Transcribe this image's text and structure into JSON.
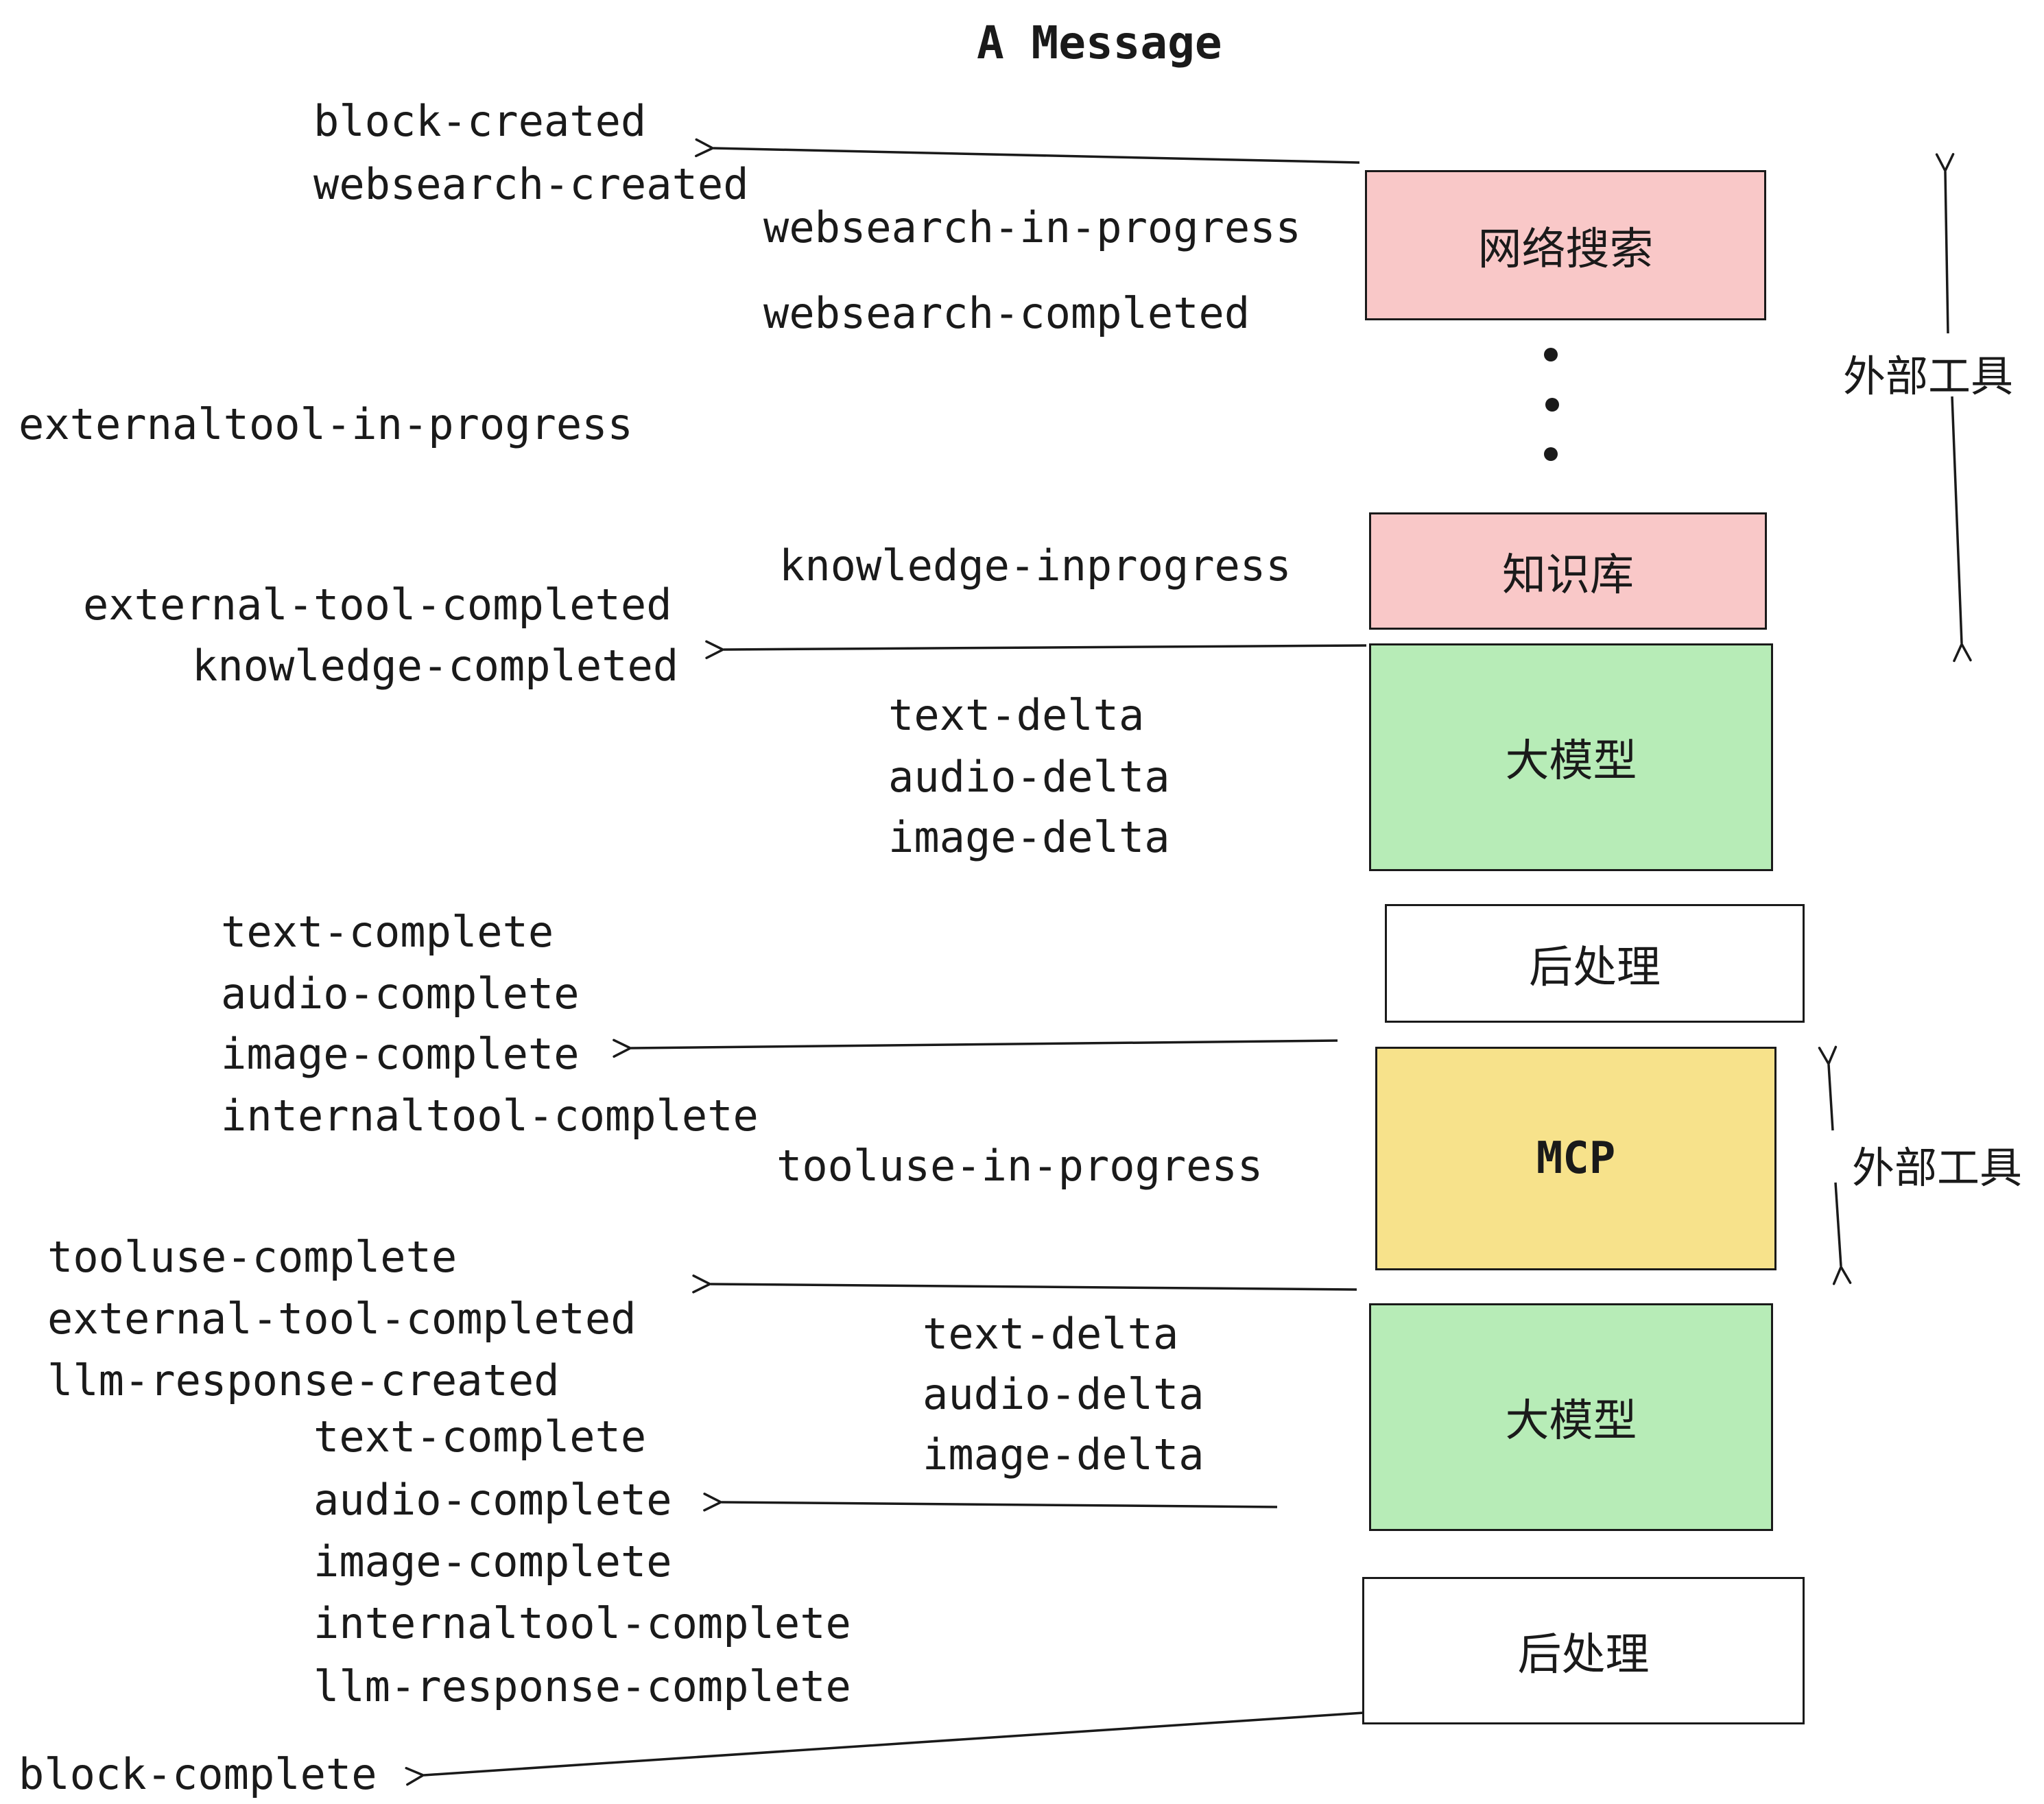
{
  "title": "A Message",
  "events": {
    "block_created": "block-created",
    "websearch_created": "websearch-created",
    "websearch_in_progress": "websearch-in-progress",
    "websearch_completed": "websearch-completed",
    "externaltool_in_progress": "externaltool-in-progress",
    "knowledge_inprogress": "knowledge-inprogress",
    "external_tool_completed": "external-tool-completed",
    "knowledge_completed": "knowledge-completed",
    "text_delta": "text-delta",
    "audio_delta": "audio-delta",
    "image_delta": "image-delta",
    "text_complete": "text-complete",
    "audio_complete": "audio-complete",
    "image_complete": "image-complete",
    "internaltool_complete": "internaltool-complete",
    "tooluse_in_progress": "tooluse-in-progress",
    "tooluse_complete": "tooluse-complete",
    "llm_response_created": "llm-response-created",
    "llm_response_complete": "llm-response-complete",
    "block_complete": "block-complete"
  },
  "nodes": {
    "websearch": "网络搜索",
    "knowledge": "知识库",
    "llm": "大模型",
    "postprocess": "后处理",
    "mcp": "MCP"
  },
  "annotations": {
    "external_tools": "外部工具"
  },
  "colors": {
    "node_pink": "#f9c8c8",
    "node_green": "#b7ecb7",
    "node_yellow": "#f7e28b",
    "node_white": "#ffffff",
    "stroke": "#1a1a1a"
  }
}
